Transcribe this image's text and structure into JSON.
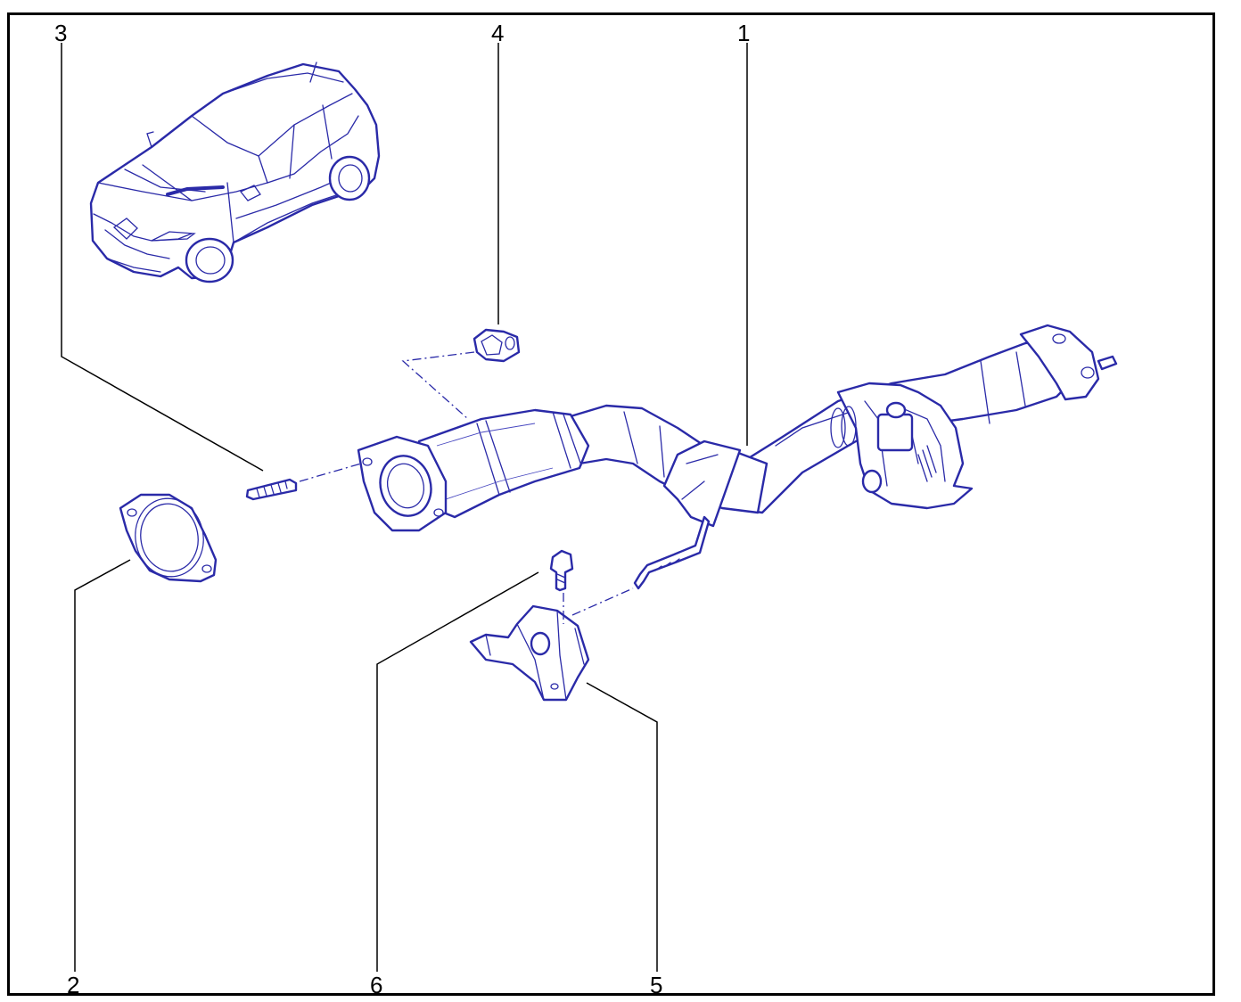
{
  "callouts": [
    {
      "id": "1",
      "label": "1"
    },
    {
      "id": "2",
      "label": "2"
    },
    {
      "id": "3",
      "label": "3"
    },
    {
      "id": "4",
      "label": "4"
    },
    {
      "id": "5",
      "label": "5"
    },
    {
      "id": "6",
      "label": "6"
    }
  ],
  "colors": {
    "line_art": "#2a2aa8",
    "leader": "#000000",
    "frame": "#000000"
  },
  "icons": [
    "vehicle-illustration",
    "exhaust-downpipe-catalytic-converter",
    "exhaust-gasket",
    "exhaust-stud",
    "flange-nut",
    "hanger-bracket",
    "bracket-bolt"
  ]
}
